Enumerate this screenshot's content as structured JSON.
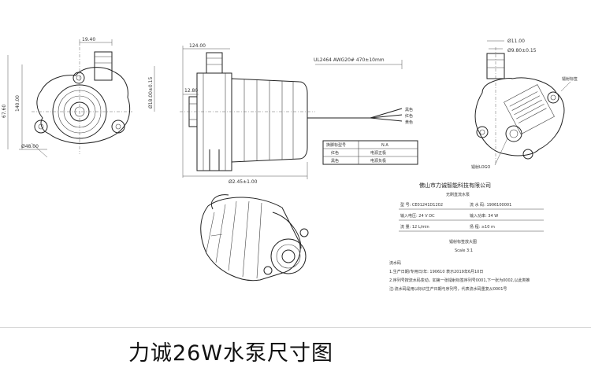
{
  "caption": "力诚26W水泵尺寸图",
  "dimensions": {
    "front_top": "19.40",
    "front_height": "140.00",
    "front_total": "67.60",
    "front_dia": "Ø48.00",
    "side_top": "124.00",
    "side_dia": "Ø18.00±0.15",
    "side_small": "12.80",
    "side_bottom": "Ø2.45±1.00",
    "cable_spec": "UL2464 AWG20# 470±10mm",
    "right_dia1": "Ø11.00",
    "right_dia2": "Ø9.80±0.15",
    "label_area": "镭射标签",
    "laser_logo": "镭射LOGO"
  },
  "wires": {
    "black": "黑色",
    "red": "红色",
    "yellow": "黄色"
  },
  "wire_table": {
    "header": [
      "换脚标型号",
      "N.A"
    ],
    "rows": [
      [
        "红色",
        "电源正极"
      ],
      [
        "黑色",
        "电源负极"
      ]
    ]
  },
  "spec": {
    "company": "佛山市力诚智能科技有限公司",
    "product": "无刷直流水泵",
    "rows": [
      [
        "型  号: CE01241D1202",
        "流 水 码: 1906100001"
      ],
      [
        "输入电压: 24 V DC",
        "输入功率: 34 W"
      ],
      [
        "流  量: 12 L/min",
        "扬  程: ≥10 m"
      ]
    ],
    "label_title": "镭射标签放大图",
    "scale": "Scale 3:1",
    "notes_title": "流水码",
    "notes": [
      "1.生产日期/专用日/年: 190610 表示2019年6月10日",
      "2.序列号按流水码变动，如第一张镭射标签序列号0001,下一张为0002,以此类推",
      "注:流水码是用以标识生产日期与序列号，代表流水码重复从0001号"
    ]
  }
}
